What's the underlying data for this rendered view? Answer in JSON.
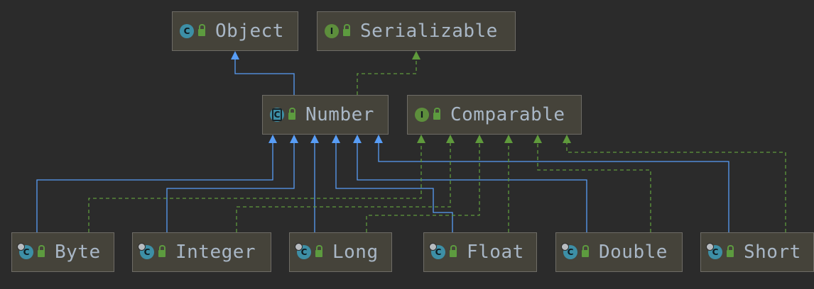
{
  "nodes": {
    "object": {
      "name": "Object",
      "kind": "class",
      "badge": "C"
    },
    "serializable": {
      "name": "Serializable",
      "kind": "interface",
      "badge": "I"
    },
    "number": {
      "name": "Number",
      "kind": "abstract",
      "badge": "C"
    },
    "comparable": {
      "name": "Comparable",
      "kind": "interface",
      "badge": "I"
    },
    "byte": {
      "name": "Byte",
      "kind": "final",
      "badge": "C"
    },
    "integer": {
      "name": "Integer",
      "kind": "final",
      "badge": "C"
    },
    "long": {
      "name": "Long",
      "kind": "final",
      "badge": "C"
    },
    "float": {
      "name": "Float",
      "kind": "final",
      "badge": "C"
    },
    "double": {
      "name": "Double",
      "kind": "final",
      "badge": "C"
    },
    "short": {
      "name": "Short",
      "kind": "final",
      "badge": "C"
    }
  },
  "edges": [
    {
      "from": "number",
      "to": "object",
      "type": "extends"
    },
    {
      "from": "number",
      "to": "serializable",
      "type": "implements"
    },
    {
      "from": "byte",
      "to": "number",
      "type": "extends"
    },
    {
      "from": "integer",
      "to": "number",
      "type": "extends"
    },
    {
      "from": "long",
      "to": "number",
      "type": "extends"
    },
    {
      "from": "float",
      "to": "number",
      "type": "extends"
    },
    {
      "from": "double",
      "to": "number",
      "type": "extends"
    },
    {
      "from": "short",
      "to": "number",
      "type": "extends"
    },
    {
      "from": "byte",
      "to": "comparable",
      "type": "implements"
    },
    {
      "from": "integer",
      "to": "comparable",
      "type": "implements"
    },
    {
      "from": "long",
      "to": "comparable",
      "type": "implements"
    },
    {
      "from": "float",
      "to": "comparable",
      "type": "implements"
    },
    {
      "from": "double",
      "to": "comparable",
      "type": "implements"
    },
    {
      "from": "short",
      "to": "comparable",
      "type": "implements"
    }
  ],
  "colors": {
    "background": "#2b2b2b",
    "node_fill": "#45433a",
    "node_border": "#6e6c66",
    "text": "#a9b7c6",
    "extends_line": "#589df6",
    "implements_line": "#5f9a3c",
    "class_badge": "#3d8fa6",
    "interface_badge": "#5d8e3c"
  },
  "icons": {
    "class": "class-icon",
    "interface": "interface-icon",
    "abstract": "abstract-class-icon",
    "final": "final-class-icon",
    "visibility": "public-lock-icon"
  }
}
